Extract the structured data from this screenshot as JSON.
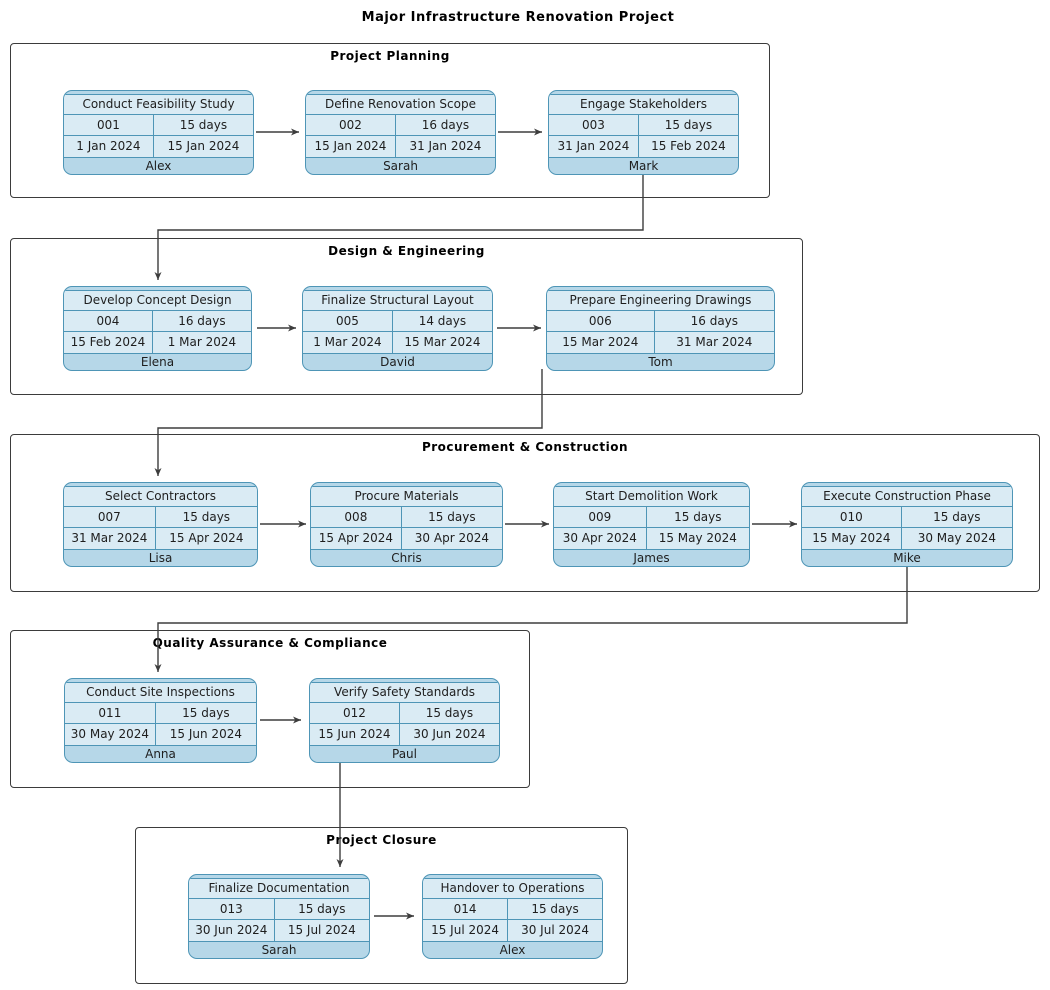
{
  "diagram_title": "Major Infrastructure Renovation Project",
  "colors": {
    "card_fill": "#b6d7e8",
    "cell_fill": "#daebf4",
    "card_border": "#4e95b6",
    "phase_border": "#3b3b3b",
    "connector": "#3d3d3d"
  },
  "phases": [
    {
      "label": "Project Planning",
      "tasks": [
        {
          "title": "Conduct Feasibility Study",
          "id": "001",
          "duration": "15 days",
          "start": "1 Jan 2024",
          "end": "15 Jan 2024",
          "assignee": "Alex"
        },
        {
          "title": "Define Renovation Scope",
          "id": "002",
          "duration": "16 days",
          "start": "15 Jan 2024",
          "end": "31 Jan 2024",
          "assignee": "Sarah"
        },
        {
          "title": "Engage Stakeholders",
          "id": "003",
          "duration": "15 days",
          "start": "31 Jan 2024",
          "end": "15 Feb 2024",
          "assignee": "Mark"
        }
      ]
    },
    {
      "label": "Design & Engineering",
      "tasks": [
        {
          "title": "Develop Concept Design",
          "id": "004",
          "duration": "16 days",
          "start": "15 Feb 2024",
          "end": "1 Mar 2024",
          "assignee": "Elena"
        },
        {
          "title": "Finalize Structural Layout",
          "id": "005",
          "duration": "14 days",
          "start": "1 Mar 2024",
          "end": "15 Mar 2024",
          "assignee": "David"
        },
        {
          "title": "Prepare Engineering Drawings",
          "id": "006",
          "duration": "16 days",
          "start": "15 Mar 2024",
          "end": "31 Mar 2024",
          "assignee": "Tom"
        }
      ]
    },
    {
      "label": "Procurement & Construction",
      "tasks": [
        {
          "title": "Select Contractors",
          "id": "007",
          "duration": "15 days",
          "start": "31 Mar 2024",
          "end": "15 Apr 2024",
          "assignee": "Lisa"
        },
        {
          "title": "Procure Materials",
          "id": "008",
          "duration": "15 days",
          "start": "15 Apr 2024",
          "end": "30 Apr 2024",
          "assignee": "Chris"
        },
        {
          "title": "Start Demolition Work",
          "id": "009",
          "duration": "15 days",
          "start": "30 Apr 2024",
          "end": "15 May 2024",
          "assignee": "James"
        },
        {
          "title": "Execute Construction Phase",
          "id": "010",
          "duration": "15 days",
          "start": "15 May 2024",
          "end": "30 May 2024",
          "assignee": "Mike"
        }
      ]
    },
    {
      "label": "Quality Assurance & Compliance",
      "tasks": [
        {
          "title": "Conduct Site Inspections",
          "id": "011",
          "duration": "15 days",
          "start": "30 May 2024",
          "end": "15 Jun 2024",
          "assignee": "Anna"
        },
        {
          "title": "Verify Safety Standards",
          "id": "012",
          "duration": "15 days",
          "start": "15 Jun 2024",
          "end": "30 Jun 2024",
          "assignee": "Paul"
        }
      ]
    },
    {
      "label": "Project Closure",
      "tasks": [
        {
          "title": "Finalize Documentation",
          "id": "013",
          "duration": "15 days",
          "start": "30 Jun 2024",
          "end": "15 Jul 2024",
          "assignee": "Sarah"
        },
        {
          "title": "Handover to Operations",
          "id": "014",
          "duration": "15 days",
          "start": "15 Jul 2024",
          "end": "30 Jul 2024",
          "assignee": "Alex"
        }
      ]
    }
  ]
}
